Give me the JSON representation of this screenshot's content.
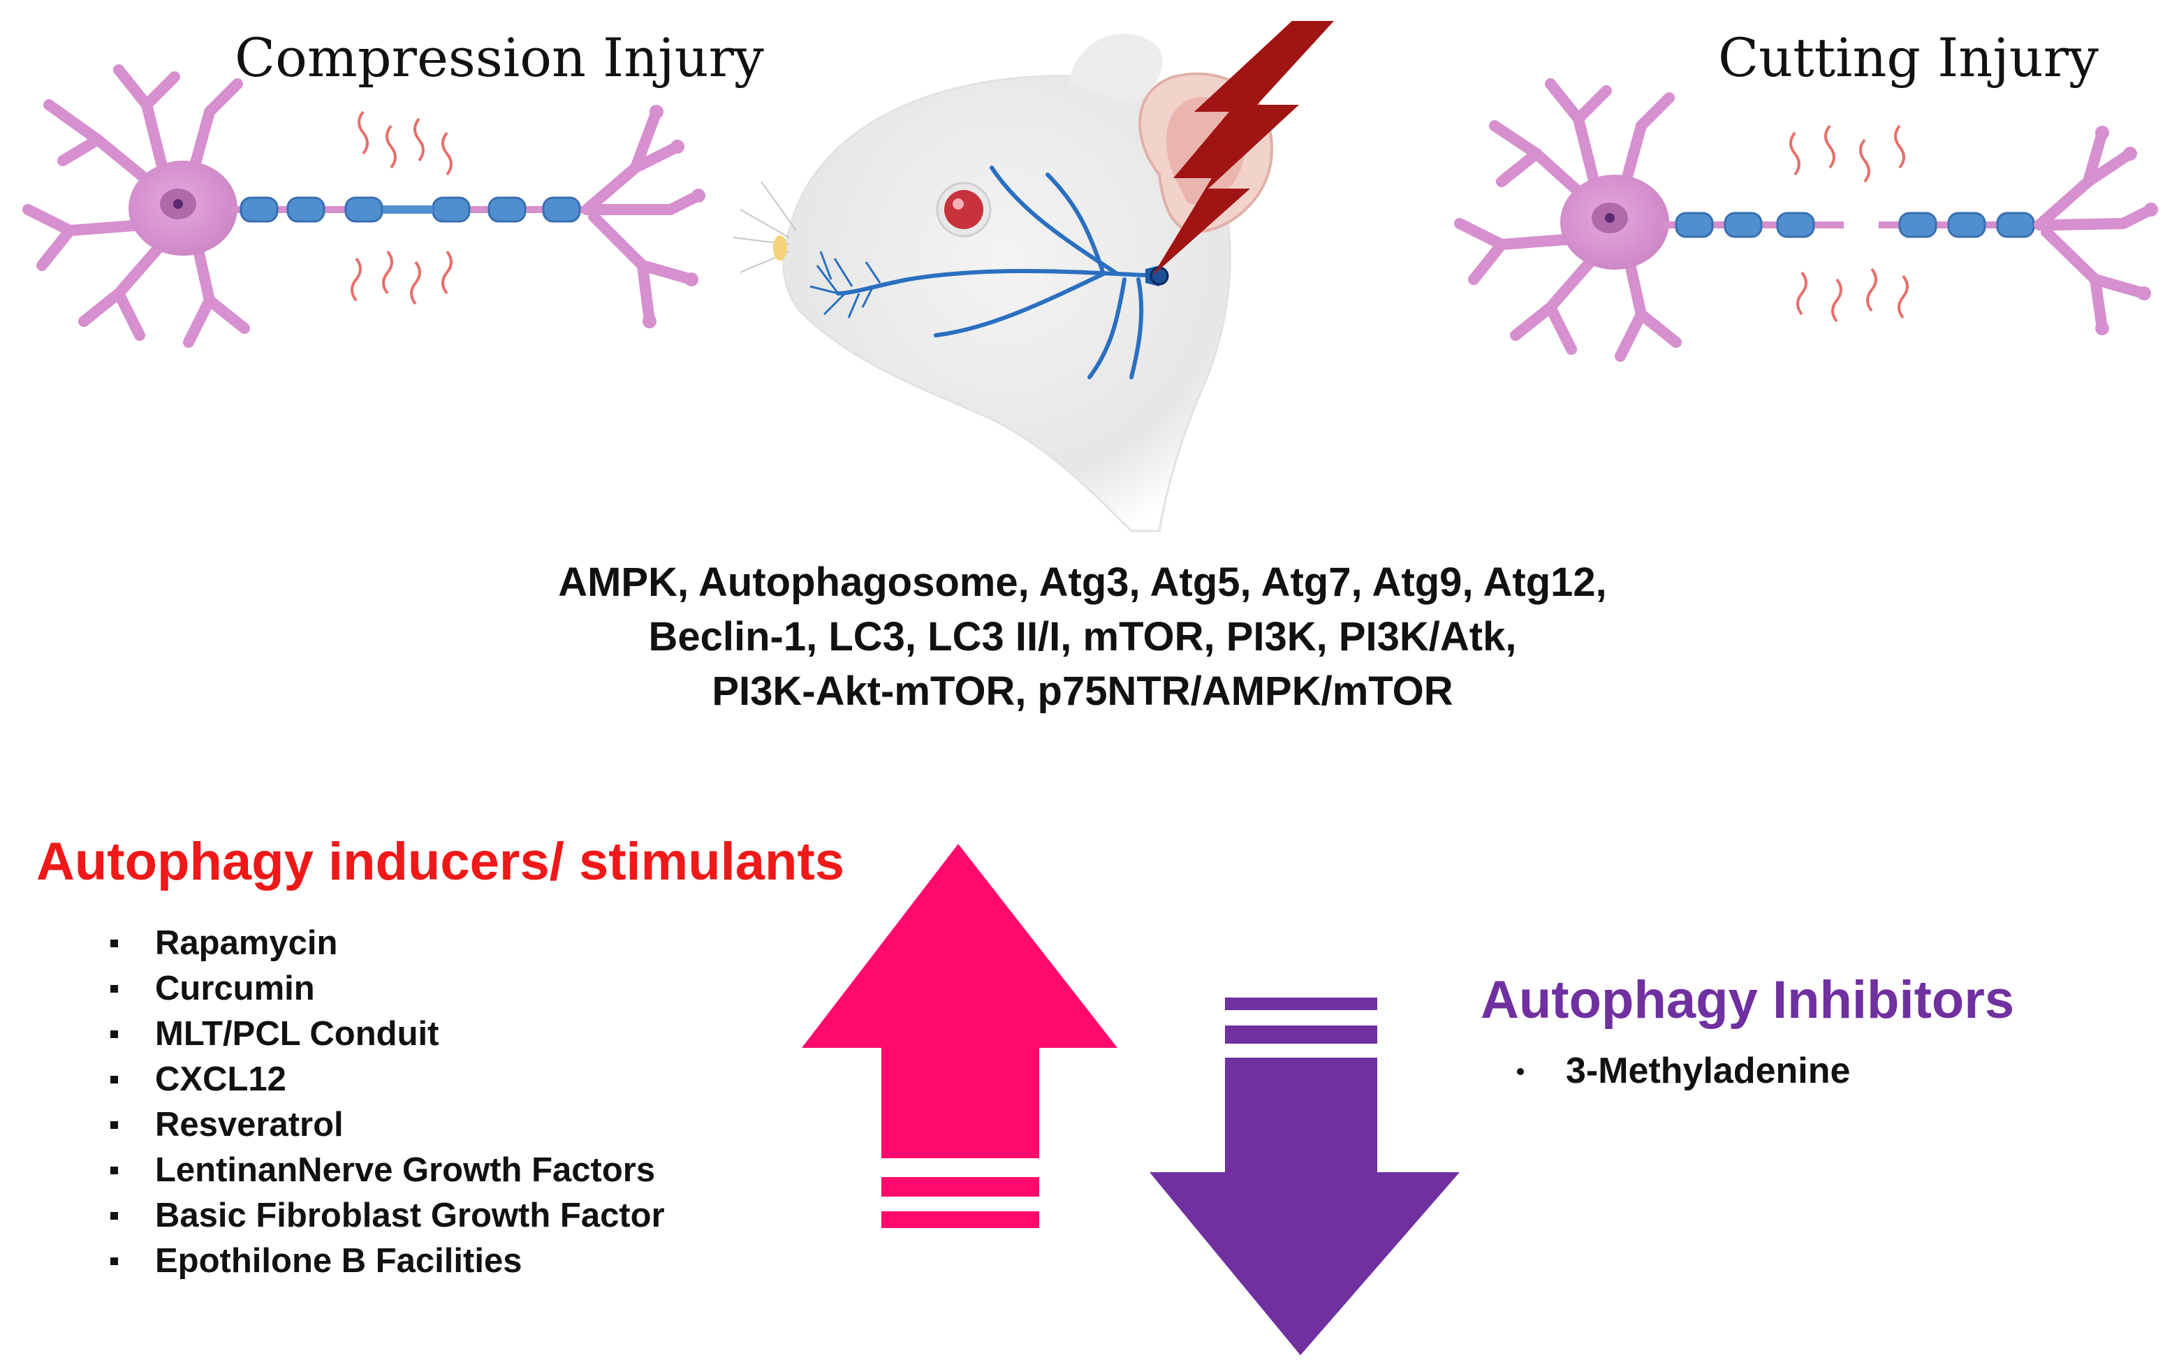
{
  "panels": {
    "compression_title": "Compression Injury",
    "cutting_title": "Cutting Injury"
  },
  "molecules": {
    "line1": "AMPK, Autophagosome, Atg3, Atg5, Atg7, Atg9, Atg12,",
    "line2": "Beclin-1, LC3, LC3 II/I, mTOR, PI3K, PI3K/Atk,",
    "line3": "PI3K-Akt-mTOR, p75NTR/AMPK/mTOR"
  },
  "inducers": {
    "title": "Autophagy inducers/ stimulants",
    "items": [
      "Rapamycin",
      "Curcumin",
      "MLT/PCL Conduit",
      "CXCL12",
      "Resveratrol",
      "LentinanNerve Growth Factors",
      "Basic Fibroblast Growth Factor",
      "Epothilone B Facilities"
    ],
    "color": "#f01818"
  },
  "inhibitors": {
    "title": "Autophagy Inhibitors",
    "items": [
      "3-Methyladenine"
    ],
    "color": "#7030a0"
  },
  "colors": {
    "up_arrow": "#ff0a6c",
    "down_arrow": "#7030a0",
    "neuron": "#d68fcf",
    "myelin": "#4f8fcf",
    "nerve": "#2a6fc0",
    "lightning": "#a01414"
  },
  "icons": [
    "neuron-icon",
    "rat-head-icon",
    "lightning-bolt-icon",
    "up-arrow-icon",
    "down-arrow-icon"
  ]
}
